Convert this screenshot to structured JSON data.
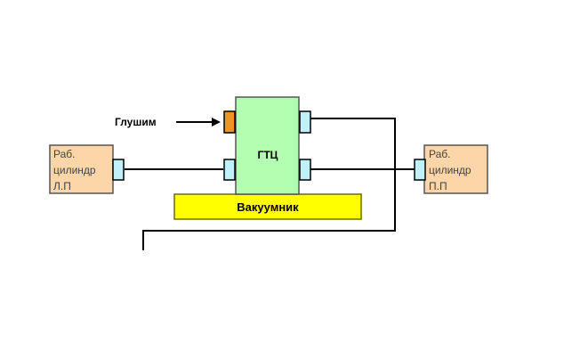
{
  "diagram": {
    "master_cylinder": {
      "label": "ГТЦ"
    },
    "vacuum_booster": {
      "label": "Вакуумник"
    },
    "plug_annotation": {
      "label": "Глушим"
    },
    "left_cylinder": {
      "line1": "Раб.",
      "line2": "цилиндр",
      "line3": "Л.П"
    },
    "right_cylinder": {
      "line1": "Раб.",
      "line2": "цилиндр",
      "line3": "П.П"
    }
  },
  "colors": {
    "block_fill": "#b2ffb2",
    "cylinder_fill": "#fcd5a8",
    "booster_fill": "#ffff00",
    "port_fill": "#c0f0f8",
    "plug_fill": "#f29220",
    "line": "#000000"
  }
}
